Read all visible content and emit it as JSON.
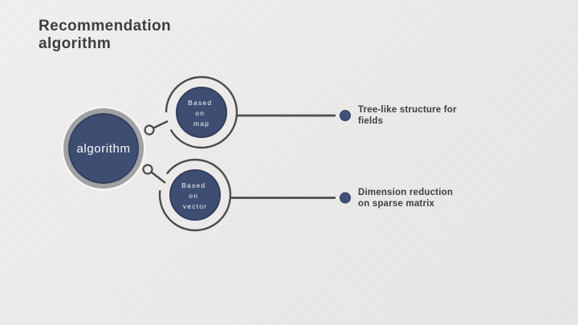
{
  "slide": {
    "title": {
      "line1": "Recommendation",
      "line2": "algorithm"
    }
  },
  "diagram": {
    "main_circle": {
      "label": "algorithm"
    },
    "satellites": [
      {
        "lines": [
          "Based",
          "on",
          "map"
        ]
      },
      {
        "lines": [
          "Based",
          "on",
          "vector"
        ]
      }
    ],
    "bullets": [
      {
        "lines": [
          "Tree-like structure for",
          "fields"
        ]
      },
      {
        "lines": [
          "Dimension reduction",
          "on sparse matrix"
        ]
      }
    ]
  },
  "colors": {
    "navy_fill": "#3e4e73",
    "navy_rim": "#333e5a",
    "gray_ring": "#a0a1a3",
    "connector_dark": "#4b4b4b",
    "bullet_dot": "#3f5078",
    "text_dark": "#3e3e3e",
    "background": "#ecebe9",
    "label_light": "#f4f4f2"
  }
}
